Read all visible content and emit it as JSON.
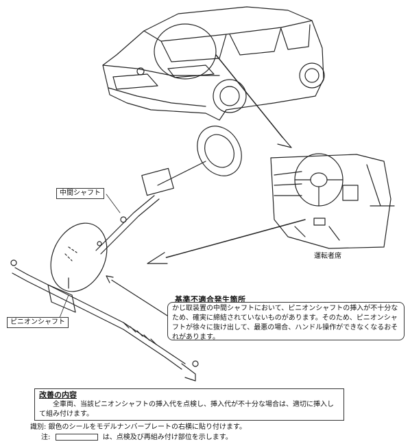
{
  "labels": {
    "intermediate_shaft": "中間シャフト",
    "pinion_shaft": "ピニオンシャフト",
    "driver_seat": "運転者席"
  },
  "defect": {
    "title": "基準不適合発生箇所",
    "body": "かじ取装置の中間シャフトにおいて、ピニオンシャフトの挿入が不十分なため、確実に締結されていないものがあります。そのため、ピニオンシャフトが徐々に抜け出して、最悪の場合、ハンドル操作ができなくなるおそれがあります。"
  },
  "fix": {
    "title": "改善の内容",
    "body": "全車両、当該ピニオンシャフトの挿入代を点検し、挿入代が不十分な場合は、適切に挿入して組み付けます。"
  },
  "identification": "識別: 銀色のシールをモデルナンバープレートの右横に貼り付けます。",
  "note": {
    "prefix": "注:",
    "suffix": "は、点検及び再組み付け部位を示します。"
  }
}
